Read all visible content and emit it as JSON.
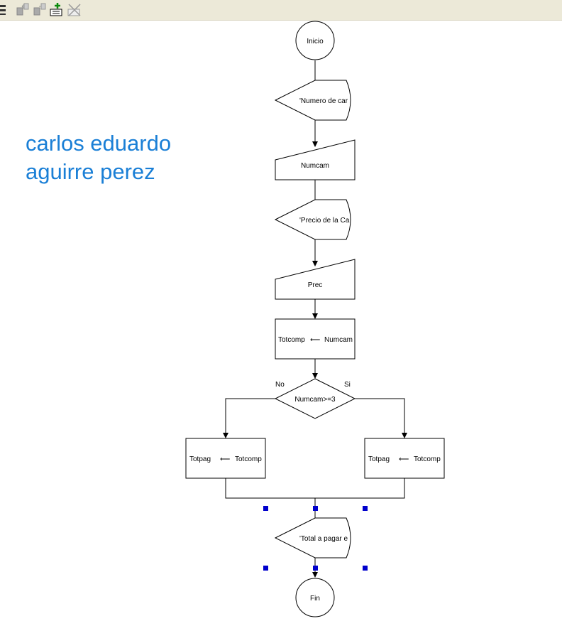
{
  "toolbar": {
    "buttons": [
      {
        "icon": "align-icon"
      },
      {
        "icon": "move-left-icon"
      },
      {
        "icon": "move-right-icon"
      },
      {
        "icon": "add-node-icon"
      },
      {
        "icon": "delete-node-icon"
      }
    ]
  },
  "author": {
    "line1": "carlos eduardo",
    "line2": "aguirre perez"
  },
  "flowchart": {
    "start": "Inicio",
    "output1": "'Numero de car",
    "input1": "Numcam",
    "output2": "'Precio de la Ca",
    "input2": "Prec",
    "assign1_target": "Totcomp",
    "assign1_source": "Numcam",
    "decision": "Numcam>=3",
    "branch_no": "No",
    "branch_yes": "Si",
    "assign_no_target": "Totpag",
    "assign_no_source": "Totcomp",
    "assign_yes_target": "Totpag",
    "assign_yes_source": "Totcomp",
    "output3": "'Total a pagar e",
    "end": "Fin",
    "arrow_symbol": "⟵"
  },
  "colors": {
    "author_text": "#1a7fd6",
    "selection_handle": "#0000cc",
    "toolbar_bg": "#ece9d8"
  }
}
